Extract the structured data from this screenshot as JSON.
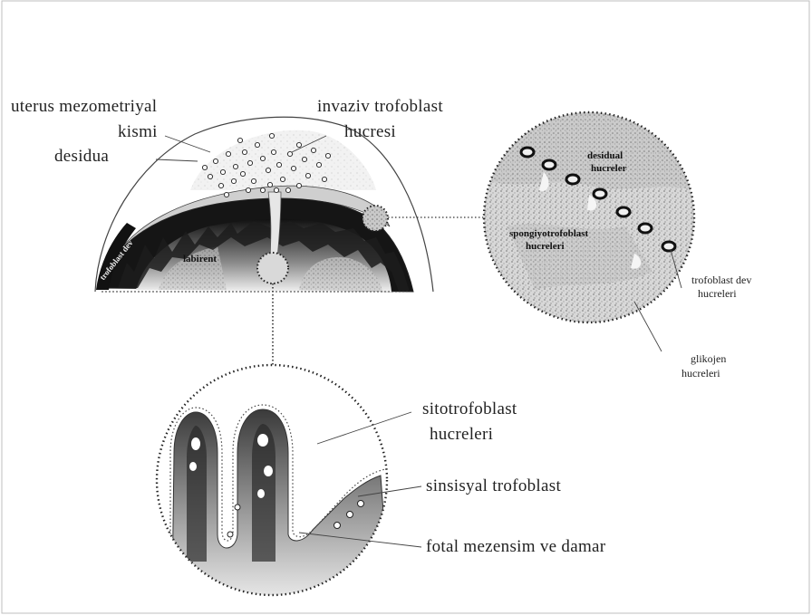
{
  "labels": {
    "uterus_line1": "uterus mezometriyal",
    "uterus_line2": "kismi",
    "desidua": "desidua",
    "invaziv_line1": "invaziv trofoblast",
    "invaziv_line2": "hucresi",
    "labirent": "labirent",
    "giant_zone": "trofoblast dev",
    "desidual_line1": "desidual",
    "desidual_line2": "hucreler",
    "spongio_line1": "spongiyotrofoblast",
    "spongio_line2": "hucreleri",
    "trofoblast_dev_line1": "trofoblast dev",
    "trofoblast_dev_line2": "hucreleri",
    "glikojen_line1": "glikojen",
    "glikojen_line2": "hucreleri",
    "sito_line1": "sitotrofoblast",
    "sito_line2": "hucreleri",
    "sinsisyal": "sinsisyal trofoblast",
    "fotal": "fotal mezensim ve damar"
  },
  "colors": {
    "frame": "#bfbfbf",
    "outline": "#333333",
    "dark_tissue": "#1a1a1a",
    "speckle": "#9a9a9a",
    "circle_dots": "#222222"
  }
}
